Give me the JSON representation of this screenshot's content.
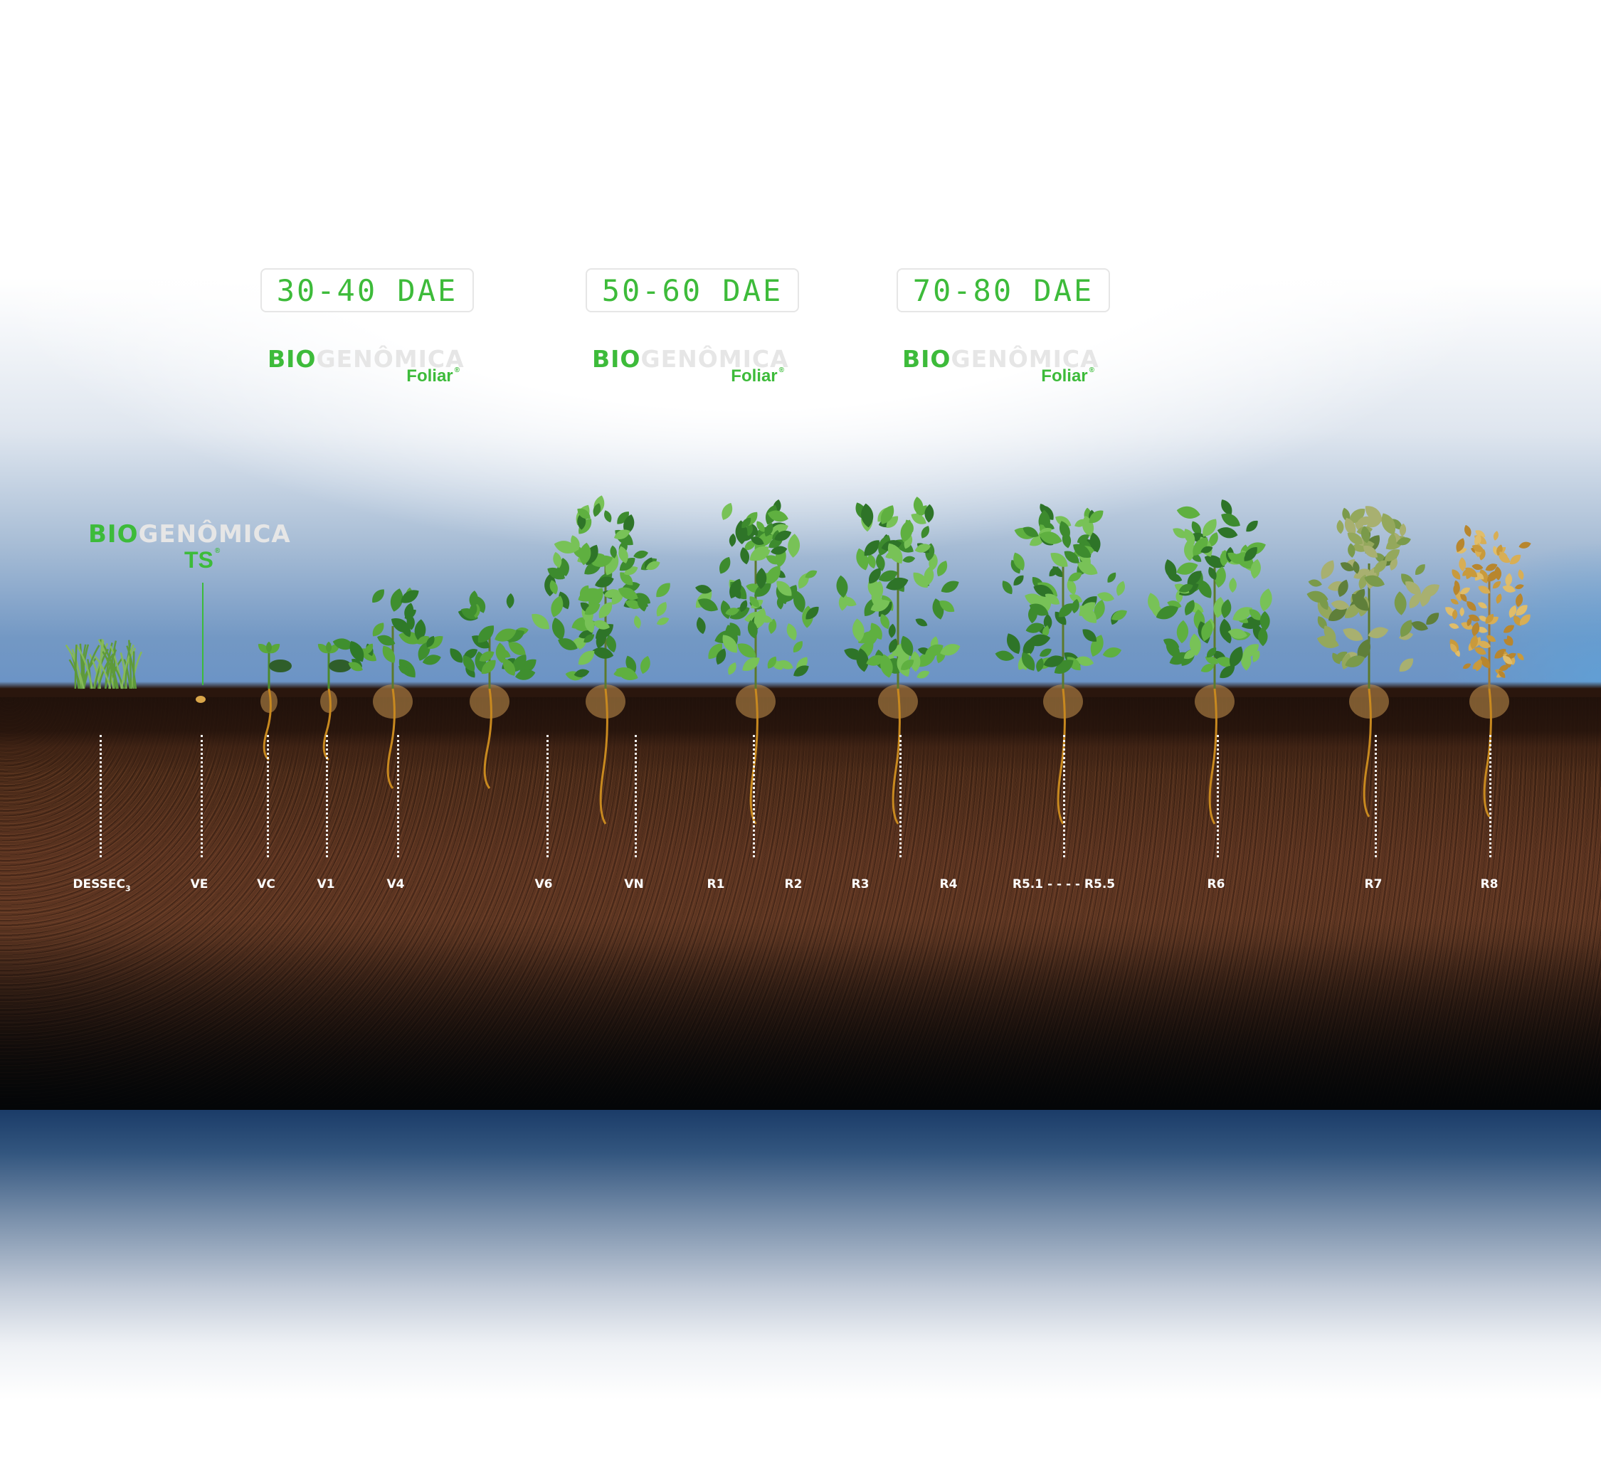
{
  "title": "Soybean phenological stages with BIOGENÔMICA application timing",
  "brand": {
    "prefix": "BIO",
    "suffix": "GENÔMICA",
    "accent_color": "#3dbb3a",
    "muted_color": "#e6e6e6"
  },
  "seed_treatment": {
    "product_line": "TS",
    "registered_mark": "®",
    "stage": "VE"
  },
  "applications": [
    {
      "window": "30-40 DAE",
      "product_line": "Foliar",
      "registered_mark": "®"
    },
    {
      "window": "50-60 DAE",
      "product_line": "Foliar",
      "registered_mark": "®"
    },
    {
      "window": "70-80 DAE",
      "product_line": "Foliar",
      "registered_mark": "®"
    }
  ],
  "stages": [
    {
      "label": "DESSEC",
      "subscript": "3"
    },
    {
      "label": "VE"
    },
    {
      "label": "VC"
    },
    {
      "label": "V1"
    },
    {
      "label": "V4"
    },
    {
      "label": "V6"
    },
    {
      "label": "VN"
    },
    {
      "label": "R1"
    },
    {
      "label": "R2"
    },
    {
      "label": "R3"
    },
    {
      "label": "R4"
    },
    {
      "label": "R5.1 - - - -  R5.5"
    },
    {
      "label": "R6"
    },
    {
      "label": "R7"
    },
    {
      "label": "R8"
    }
  ],
  "plants": [
    {
      "stage": "DESSEC",
      "kind": "grass"
    },
    {
      "stage": "VE",
      "kind": "seed"
    },
    {
      "stage": "VC",
      "kind": "seedling"
    },
    {
      "stage": "V1",
      "kind": "seedling"
    },
    {
      "stage": "V4",
      "kind": "young"
    },
    {
      "stage": "V4",
      "kind": "young"
    },
    {
      "stage": "V6",
      "kind": "full"
    },
    {
      "stage": "R1",
      "kind": "full"
    },
    {
      "stage": "R3",
      "kind": "full"
    },
    {
      "stage": "R5",
      "kind": "full"
    },
    {
      "stage": "R6",
      "kind": "full"
    },
    {
      "stage": "R7",
      "kind": "maturing"
    },
    {
      "stage": "R8",
      "kind": "dry"
    }
  ]
}
